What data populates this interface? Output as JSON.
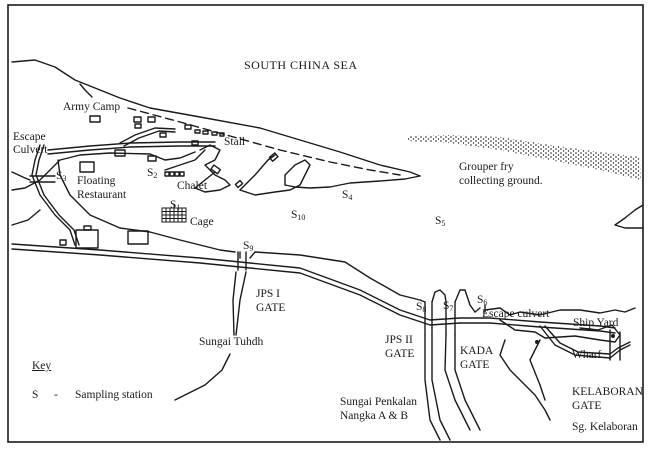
{
  "map": {
    "title": "SOUTH CHINA SEA",
    "colors": {
      "ink": "#1a1a1a",
      "paper": "#ffffff"
    },
    "labels": {
      "army_camp": "Army Camp",
      "escape_culvert_line1": "Escape",
      "escape_culvert_line2": "Culvert",
      "stall": "Stall",
      "floating_restaurant_line1": "Floating",
      "floating_restaurant_line2": "Restaurant",
      "chalet": "Chalet",
      "cage": "Cage",
      "grouper_line1": "Grouper fry",
      "grouper_line2": "collecting ground.",
      "jps1_line1": "JPS I",
      "jps1_line2": "GATE",
      "sungai_tuhdh": "Sungai Tuhdh",
      "jps2_line1": "JPS II",
      "jps2_line2": "GATE",
      "kada_line1": "KADA",
      "kada_line2": "GATE",
      "escape_culvert_east": "Escape culvert",
      "ship_yard": "Ship Yard",
      "wharf": "Wharf",
      "kelaboran_line1": "KELABORAN",
      "kelaboran_line2": "GATE",
      "penkalan_line1": "Sungai Penkalan",
      "penkalan_line2": "Nangka A & B",
      "sg_kelaboran": "Sg. Kelaboran"
    },
    "stations": [
      {
        "id": "S1",
        "letter": "S",
        "sub": "1"
      },
      {
        "id": "S2",
        "letter": "S",
        "sub": "2"
      },
      {
        "id": "S3",
        "letter": "S",
        "sub": "3"
      },
      {
        "id": "S4",
        "letter": "S",
        "sub": "4"
      },
      {
        "id": "S5",
        "letter": "S",
        "sub": "5"
      },
      {
        "id": "S6",
        "letter": "S",
        "sub": "6"
      },
      {
        "id": "S7",
        "letter": "S",
        "sub": "7"
      },
      {
        "id": "S8",
        "letter": "S",
        "sub": "8"
      },
      {
        "id": "S9",
        "letter": "S",
        "sub": "9"
      },
      {
        "id": "S10",
        "letter": "S",
        "sub": "10"
      }
    ],
    "key": {
      "heading": "Key",
      "symbol": "S",
      "dash": "-",
      "description": "Sampling station"
    }
  }
}
